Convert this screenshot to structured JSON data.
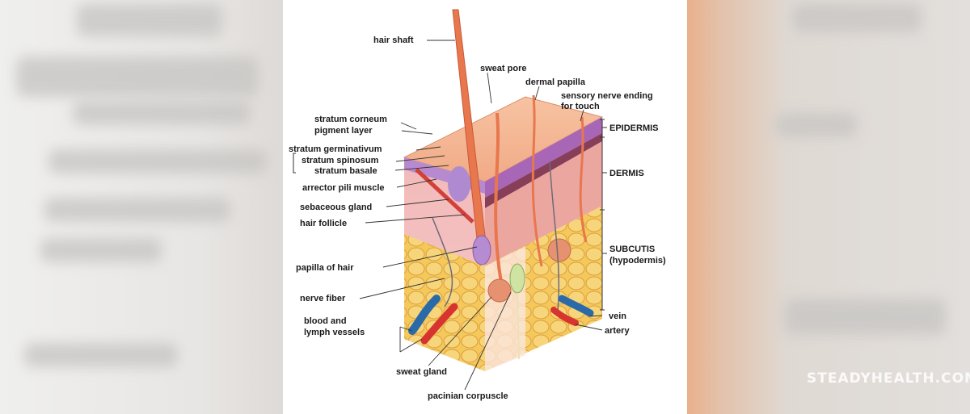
{
  "diagram": {
    "labels_left": {
      "hair_shaft": "hair shaft",
      "stratum_corneum": "stratum corneum",
      "pigment_layer": "pigment layer",
      "stratum_germinativum": "stratum germinativum",
      "stratum_spinosum": "stratum spinosum",
      "stratum_basale": "stratum basale",
      "arrector_pili_muscle": "arrector pili muscle",
      "sebaceous_gland": "sebaceous gland",
      "hair_follicle": "hair follicle",
      "papilla_of_hair": "papilla of hair",
      "nerve_fiber": "nerve fiber",
      "blood_and_lymph_vessels_1": "blood and",
      "blood_and_lymph_vessels_2": "lymph vessels"
    },
    "labels_top": {
      "sweat_pore": "sweat pore",
      "dermal_papilla": "dermal papilla",
      "sensory_nerve_ending_1": "sensory nerve ending",
      "sensory_nerve_ending_2": "for touch"
    },
    "labels_right": {
      "epidermis": "EPIDERMIS",
      "dermis": "DERMIS",
      "subcutis": "SUBCUTIS",
      "hypodermis": "(hypodermis)",
      "vein": "vein",
      "artery": "artery"
    },
    "labels_bottom": {
      "sweat_gland": "sweat gland",
      "pacinian_corpuscle": "pacinian corpuscle"
    }
  },
  "watermark": "STEADYHEALTH.COM"
}
